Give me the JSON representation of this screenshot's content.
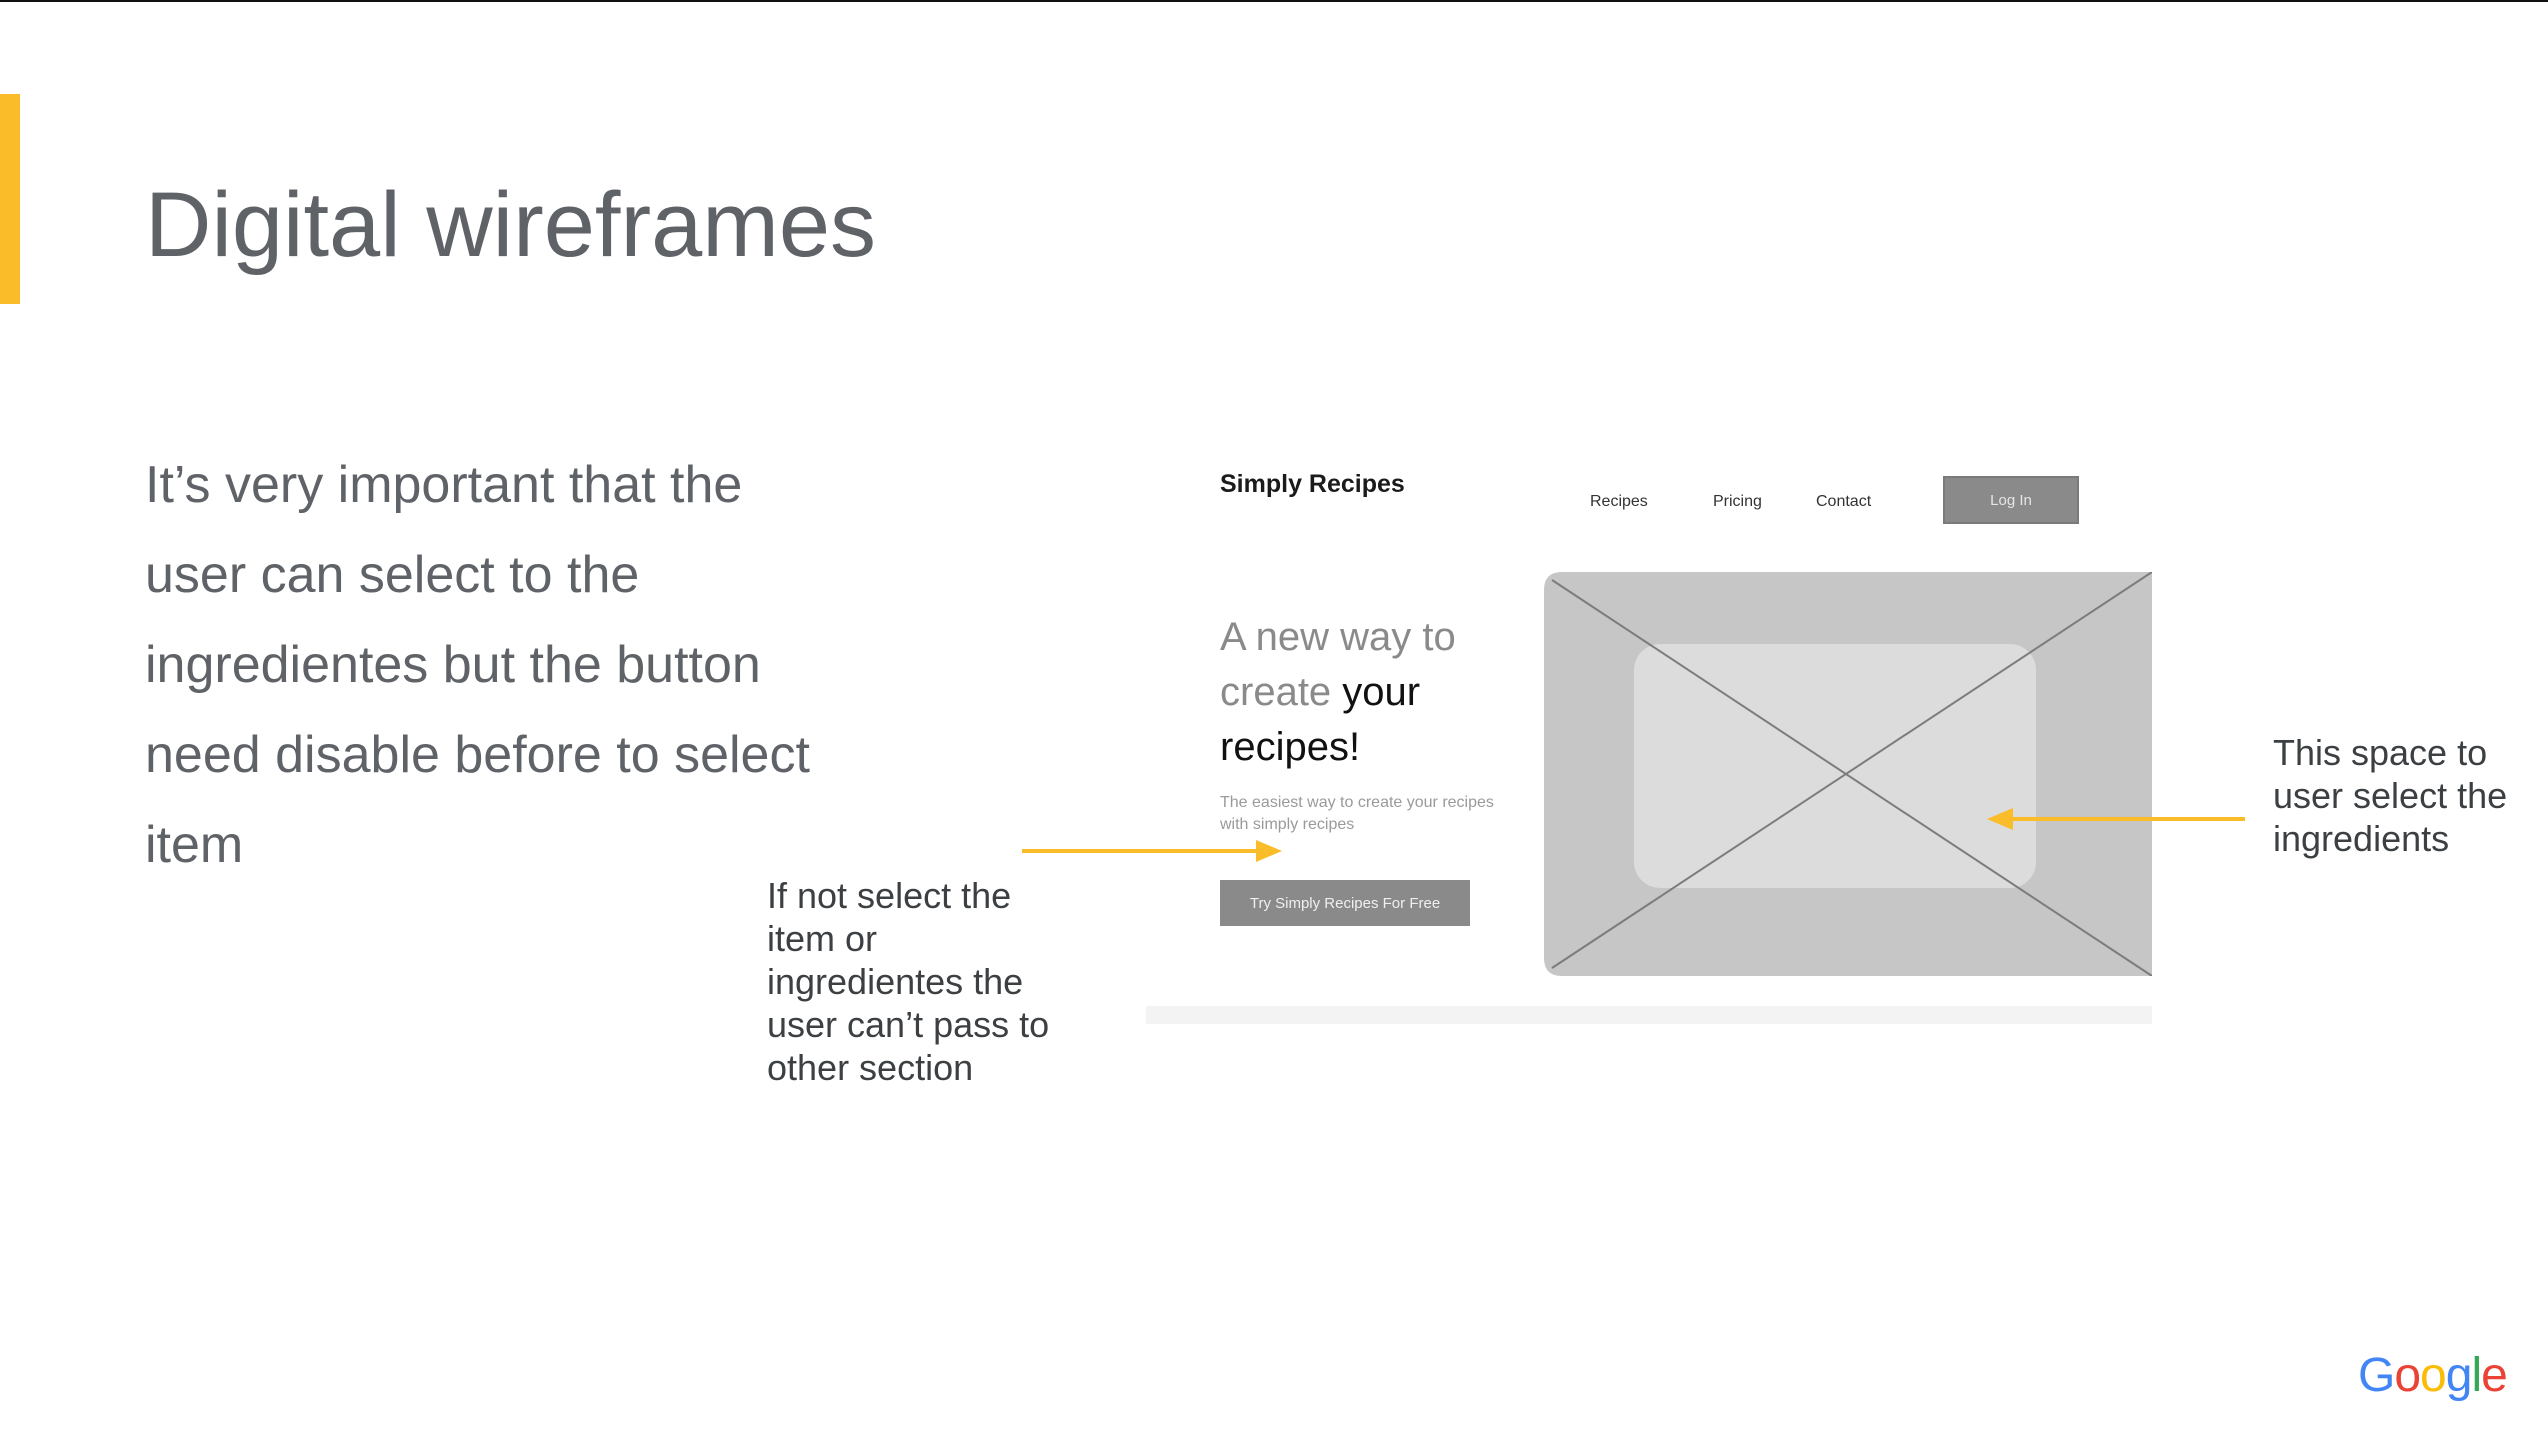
{
  "slide": {
    "title": "Digital wireframes",
    "body": "It’s very important that the user can select to the ingredientes but the button need disable before to select item",
    "note_left": "If not select the item or ingredientes the user can’t pass to other section",
    "note_right": "This space to user select the ingredients",
    "accent_color": "#fbbc29"
  },
  "wireframe": {
    "logo": "Simply Recipes",
    "nav": [
      "Recipes",
      "Pricing",
      "Contact"
    ],
    "login_label": "Log In",
    "headline_light": "A new way to create",
    "headline_bold": "your recipes!",
    "subheadline": "The easiest way to create your recipes with simply recipes",
    "cta_label": "Try Simply Recipes For Free",
    "image_icon": "image-placeholder-icon"
  },
  "brand": {
    "logo_text": "Google",
    "letters": [
      {
        "char": "G",
        "color": "#4285f4"
      },
      {
        "char": "o",
        "color": "#ea4335"
      },
      {
        "char": "o",
        "color": "#fbbc05"
      },
      {
        "char": "g",
        "color": "#4285f4"
      },
      {
        "char": "l",
        "color": "#34a853"
      },
      {
        "char": "e",
        "color": "#ea4335"
      }
    ]
  }
}
